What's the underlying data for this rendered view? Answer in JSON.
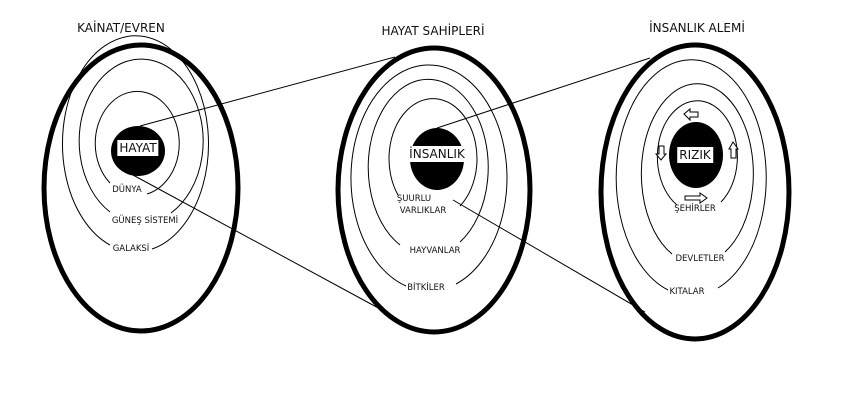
{
  "panels": [
    {
      "title": "KAİNAT/EVREN",
      "core": "HAYAT",
      "rings": [
        "DÜNYA",
        "GÜNEŞ SİSTEMİ",
        "GALAKSİ"
      ]
    },
    {
      "title": "HAYAT SAHİPLERİ",
      "core": "İNSANLIK",
      "rings": [
        "ŞUURLU",
        "VARLIKLAR",
        "HAYVANLAR",
        "BİTKİLER"
      ]
    },
    {
      "title": "İNSANLIK ALEMİ",
      "core": "RIZIK",
      "rings": [
        "ŞEHİRLER",
        "DEVLETLER",
        "KITALAR"
      ],
      "arrows": [
        "arrow-left",
        "arrow-up",
        "arrow-right",
        "arrow-down"
      ]
    }
  ],
  "colors": {
    "stroke": "#000000",
    "background": "#ffffff"
  }
}
